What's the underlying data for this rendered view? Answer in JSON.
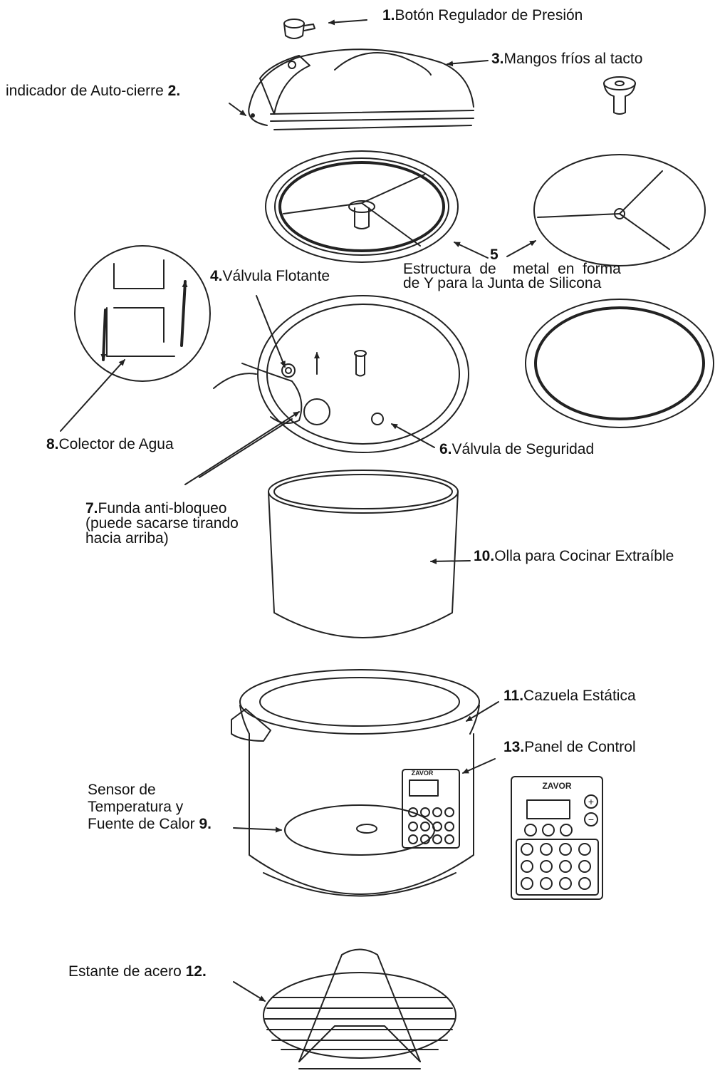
{
  "labels": {
    "l1": {
      "num": "1.",
      "text": "Botón Regulador de Presión"
    },
    "l2": {
      "num": "2.",
      "text": "indicador de Auto-cierre"
    },
    "l3": {
      "num": "3.",
      "text": "Mangos fríos al tacto"
    },
    "l4": {
      "num": "4.",
      "text": "Válvula Flotante"
    },
    "l5": {
      "num": "5",
      "line1": "Estructura  de    metal  en  forma",
      "line2": "de Y para la Junta de Silicona"
    },
    "l6": {
      "num": "6.",
      "text": "Válvula de Seguridad"
    },
    "l7": {
      "num": "7.",
      "line1": "Funda anti-bloqueo",
      "line2": "(puede sacarse tirando",
      "line3": "hacia arriba)"
    },
    "l8": {
      "num": "8.",
      "text": "Colector de Agua"
    },
    "l9": {
      "num": "9.",
      "line1": "Sensor de",
      "line2": "Temperatura y",
      "line3": "Fuente de Calor"
    },
    "l10": {
      "num": "10.",
      "text": "Olla para Cocinar Extraíble"
    },
    "l11": {
      "num": "11.",
      "text": "Cazuela Estática"
    },
    "l12": {
      "num": "12.",
      "text": "Estante de acero"
    },
    "l13": {
      "num": "13.",
      "text": "Panel de Control"
    }
  },
  "brand": "ZAVOR"
}
